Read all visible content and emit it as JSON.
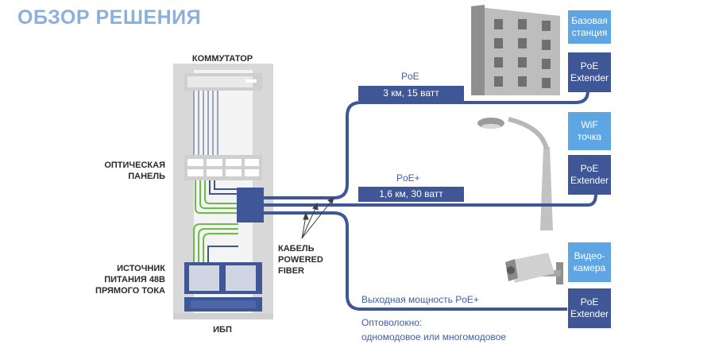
{
  "title": "ОБЗОР РЕШЕНИЯ",
  "rack_labels": {
    "switch": "КОММУТАТОР",
    "optical_panel": [
      "ОПТИЧЕСКАЯ",
      "ПАНЕЛЬ"
    ],
    "power_source": [
      "ИСТОЧНИК",
      "ПИТАНИЯ 48В",
      "ПРЯМОГО ТОКА"
    ],
    "ups": "ИБП"
  },
  "cable_label": [
    "КАБЕЛЬ",
    "POWERED",
    "FIBER"
  ],
  "links": [
    {
      "caption": "PoE",
      "spec": "3 км, 15 ватт"
    },
    {
      "caption": "PoE+",
      "spec": "1,6 км, 30 ватт"
    },
    {
      "caption": "Выходная мощность PoE+",
      "spec": ""
    }
  ],
  "endpoints": [
    {
      "device": [
        "Базовая",
        "станция"
      ],
      "extender": [
        "PoE",
        "Extender"
      ]
    },
    {
      "device": [
        "WiF",
        "точка"
      ],
      "extender": [
        "PoE",
        "Extender"
      ]
    },
    {
      "device": [
        "Видео-",
        "камера"
      ],
      "extender": [
        "PoE",
        "Extender"
      ]
    }
  ],
  "fiber_note": [
    "Оптоволокно:",
    "одномодовое или многомодовое"
  ],
  "colors": {
    "title": "#8ab0db",
    "cable": "#3f5797",
    "device_box": "#5ea6e3",
    "extender_box": "#3f5797",
    "rack": "#d6d6d6",
    "fiber_green": "#6cbd45"
  }
}
